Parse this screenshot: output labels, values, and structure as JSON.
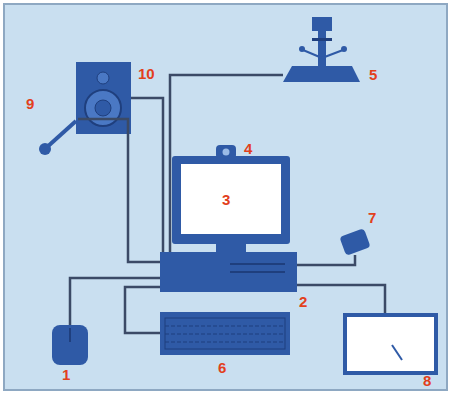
{
  "diagram": {
    "nodes": [
      {
        "text": [
          "1"
        ]
      },
      {
        "text": [
          "2"
        ]
      },
      {
        "text": [
          "3"
        ]
      },
      {
        "text": [
          "4"
        ]
      },
      {
        "text": [
          "5"
        ]
      },
      {
        "text": [
          "6"
        ]
      },
      {
        "text": [
          "7"
        ]
      },
      {
        "text": [
          "8"
        ]
      },
      {
        "text": [
          "9"
        ]
      },
      {
        "text": [
          "10"
        ]
      }
    ],
    "edges": [
      {
        "from": 1,
        "to": 9,
        "arrow": "none"
      },
      {
        "from": 1,
        "to": 4,
        "arrow": "none"
      },
      {
        "from": 1,
        "to": 8,
        "arrow": "none"
      },
      {
        "from": 1,
        "to": 0,
        "arrow": "none"
      },
      {
        "from": 1,
        "to": 5,
        "arrow": "none"
      },
      {
        "from": 1,
        "to": 6,
        "arrow": "none"
      },
      {
        "from": 1,
        "to": 7,
        "arrow": "none"
      }
    ]
  }
}
